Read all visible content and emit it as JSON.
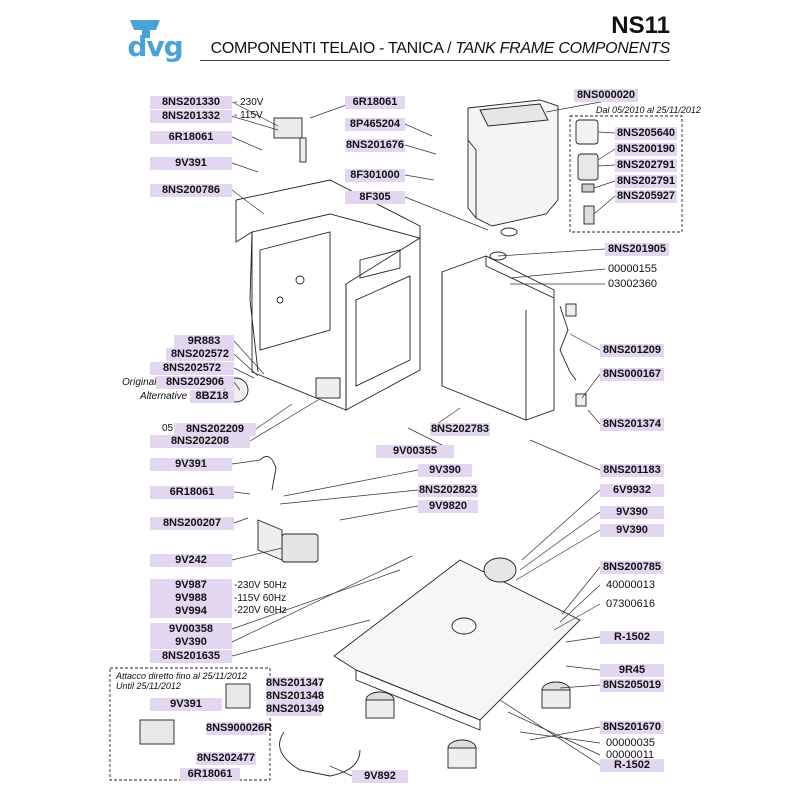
{
  "header": {
    "brand": "dvg",
    "model": "NS11",
    "title_it": "COMPONENTI TELAIO - TANICA / ",
    "title_en": "TANK FRAME COMPONENTS"
  },
  "parts": {
    "p8NS201330": "8NS201330",
    "p8NS201332": "8NS201332",
    "p6R18061_a": "6R18061",
    "p9V391_a": "9V391",
    "p8NS200786": "8NS200786",
    "p6R18061_b": "6R18061",
    "p8P465204": "8P465204",
    "p8NS201676": "8NS201676",
    "p8F301000": "8F301000",
    "p8F305": "8F305",
    "p8NS000020": "8NS000020",
    "p8NS205640": "8NS205640",
    "p8NS200190": "8NS200190",
    "p8NS202791_a": "8NS202791",
    "p8NS202791_b": "8NS202791",
    "p8NS205927": "8NS205927",
    "p8NS201905": "8NS201905",
    "p00000155": "00000155",
    "p03002360": "03002360",
    "p8NS201209": "8NS201209",
    "p8NS000167": "8NS000167",
    "p8NS201374": "8NS201374",
    "p9R883": "9R883",
    "p8NS202572_a": "8NS202572",
    "p8NS202572_b": "8NS202572",
    "p8NS202906": "8NS202906",
    "p8BZ18": "8BZ18",
    "p8NS202209": "8NS202209",
    "p8NS202208": "8NS202208",
    "p8NS202783": "8NS202783",
    "p9V00355": "9V00355",
    "p8NS201183": "8NS201183",
    "p9V391_b": "9V391",
    "p9V390_a": "9V390",
    "p6R18061_c": "6R18061",
    "p8NS202823": "8NS202823",
    "p6V9932": "6V9932",
    "p8NS200207": "8NS200207",
    "p9V9820": "9V9820",
    "p9V390_b": "9V390",
    "p9V390_c": "9V390",
    "p9V242": "9V242",
    "p8NS200785": "8NS200785",
    "p9V987": "9V987",
    "p9V988": "9V988",
    "p9V994": "9V994",
    "p40000013": "40000013",
    "p07300616": "07300616",
    "p9V00358": "9V00358",
    "p9V390_d": "9V390",
    "pR1502_a": "R-1502",
    "p8NS201635": "8NS201635",
    "p9R45": "9R45",
    "p8NS205019": "8NS205019",
    "p8NS201347": "8NS201347",
    "p8NS201348": "8NS201348",
    "p8NS201349": "8NS201349",
    "p9V391_c": "9V391",
    "p8NS900026R": "8NS900026R",
    "p8NS202477": "8NS202477",
    "p6R18061_d": "6R18061",
    "p8NS201670": "8NS201670",
    "p00000035": "00000035",
    "p00000011": "00000011",
    "pR1502_b": "R-1502",
    "p9V892": "9V892"
  },
  "side_notes": {
    "v230": "- 230V",
    "v115": "- 115V",
    "original": "Original",
    "alternative": "Alternative",
    "pump_230": "-230V 50Hz",
    "pump_115": "-115V 60Hz",
    "pump_220": "-220V 60Hz",
    "prefix_05": "05"
  },
  "notes": {
    "date_range": "Dal 05/2010 al 25/11/2012",
    "direct_attach": "Attacco diretto fino al 25/11/2012",
    "until": "Until 25/11/2012"
  },
  "colors": {
    "tag_bg": "#e3d6f0",
    "logo_blue": "#4aa3d6",
    "line": "#222222"
  }
}
